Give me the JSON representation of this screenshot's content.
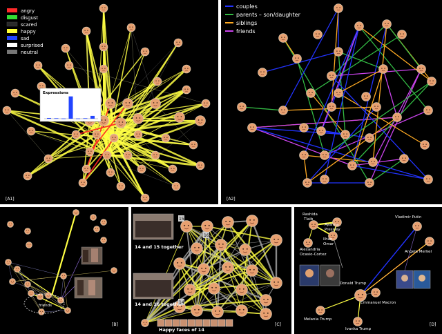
{
  "panels": {
    "a1": {
      "label": "[A1]",
      "legend": [
        {
          "label": "angry",
          "color": "#ff2a2a"
        },
        {
          "label": "disgust",
          "color": "#33dd33"
        },
        {
          "label": "scared",
          "color": "#2a2a2a"
        },
        {
          "label": "happy",
          "color": "#ffff33"
        },
        {
          "label": "sad",
          "color": "#2244ff"
        },
        {
          "label": "surprised",
          "color": "#ffffff"
        },
        {
          "label": "neutral",
          "color": "#777777"
        }
      ],
      "inset_title": "Expressions",
      "inset_values": [
        0.03,
        0.02,
        0.01,
        0.95,
        0.01,
        0.02,
        0.12
      ]
    },
    "a2": {
      "label": "[A2]",
      "legend": [
        {
          "label": "couples",
          "color": "#2233ff"
        },
        {
          "label": "parents – son/daughter",
          "color": "#33bb44"
        },
        {
          "label": "siblings",
          "color": "#ffaa22"
        },
        {
          "label": "friends",
          "color": "#cc44ee"
        }
      ]
    },
    "b": {
      "label": "[B]",
      "annotation": "friends"
    },
    "c": {
      "label": "[C]",
      "caption1": "14 and 15 together",
      "caption2": "14 and 16 together",
      "caption3": "Happy faces of 14",
      "tag15": "15",
      "tag16": "16",
      "tag14": "14"
    },
    "d": {
      "label": "[D]",
      "names": {
        "rashida": "Rashida",
        "tlaib": "Tlaib",
        "ayanna": "Ayanna",
        "pressley": "Pressley",
        "ilhan": "Ilhan",
        "omar": "Omar",
        "alexandria": "Alexandria",
        "ocasio": "Ocasio-Cortez",
        "putin": "Vladimir Putin",
        "merkel": "Angela Merkel",
        "trump": "Donald Trump",
        "macron": "Emmanuel Macron",
        "melania": "Melania Trump",
        "ivanka": "Ivanka Trump"
      }
    }
  },
  "colors": {
    "background": "#000000",
    "face": "#e8a070",
    "happy_edge": "#ffff44",
    "angry_edge": "#ff2222",
    "neutral_edge": "#888888"
  }
}
